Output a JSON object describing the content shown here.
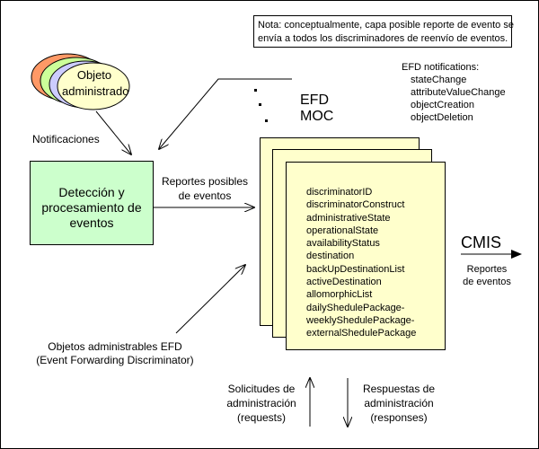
{
  "note": {
    "line1": "Nota: conceptualmente, capa posible reporte de evento se",
    "line2": "envía a todos los discriminadores de reenvío de eventos."
  },
  "managed_object": {
    "line1": "Objeto",
    "line2": "administrado"
  },
  "notifications_label": "Notificaciones",
  "detection_box": {
    "line1": "Detección y",
    "line2": "procesamiento de",
    "line3": "eventos"
  },
  "possible_reports": {
    "line1": "Reportes posibles",
    "line2": "de eventos"
  },
  "efd_moc": {
    "line1": "EFD",
    "line2": "MOC"
  },
  "efd_notifications": {
    "title": "EFD notifications:",
    "items": [
      "stateChange",
      "attributeValueChange",
      "objectCreation",
      "objectDeletion"
    ]
  },
  "attributes": [
    "discriminatorID",
    "discriminatorConstruct",
    "administrativeState",
    "operationalState",
    "availabilityStatus",
    "destination",
    "backUpDestinationList",
    "activeDestination",
    "allomorphicList",
    "dailyShedulePackage-",
    "weeklyShedulePackage-",
    "externalShedulePackage"
  ],
  "cmis": {
    "label": "CMIS",
    "sub1": "Reportes",
    "sub2": "de eventos"
  },
  "efd_objects": {
    "line1": "Objetos administrables EFD",
    "line2": "(Event Forwarding Discriminator)"
  },
  "requests": {
    "line1": "Solicitudes de",
    "line2": "administración",
    "line3": "(requests)"
  },
  "responses": {
    "line1": "Respuestas de",
    "line2": "administración",
    "line3": "(responses)"
  },
  "colors": {
    "detection_fill": "#ccffcc",
    "card_fill": "#ffffcc",
    "ellipse_fills": [
      "#ff9966",
      "#ccff99",
      "#ccccff",
      "#ffffcc"
    ]
  }
}
